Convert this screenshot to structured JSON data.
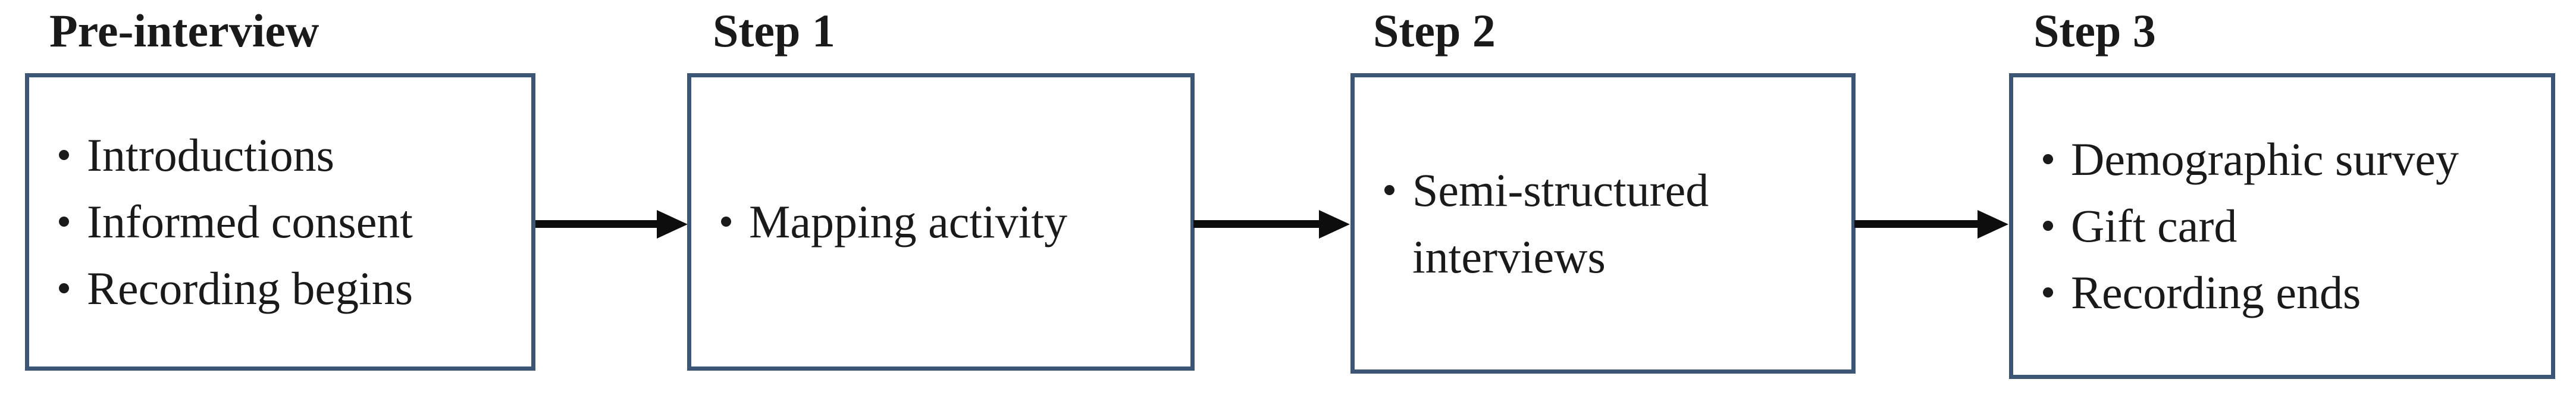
{
  "diagram": {
    "type": "flowchart",
    "direction": "left-to-right",
    "stages": [
      {
        "title": "Pre-interview",
        "bullets": [
          "Introductions",
          "Informed consent",
          "Recording begins"
        ]
      },
      {
        "title": "Step 1",
        "bullets": [
          "Mapping activity"
        ]
      },
      {
        "title": "Step 2",
        "bullets": [
          "Semi-structured interviews"
        ]
      },
      {
        "title": "Step 3",
        "bullets": [
          "Demographic survey",
          "Gift card",
          "Recording ends"
        ]
      }
    ],
    "connectors": [
      {
        "from": "Pre-interview",
        "to": "Step 1",
        "icon": "arrow-right-icon"
      },
      {
        "from": "Step 1",
        "to": "Step 2",
        "icon": "arrow-right-icon"
      },
      {
        "from": "Step 2",
        "to": "Step 3",
        "icon": "arrow-right-icon"
      }
    ],
    "colors": {
      "box_border": "#3e5676",
      "arrow": "#0d0d0d",
      "text": "#1a1a1a",
      "bg": "#ffffff"
    }
  }
}
